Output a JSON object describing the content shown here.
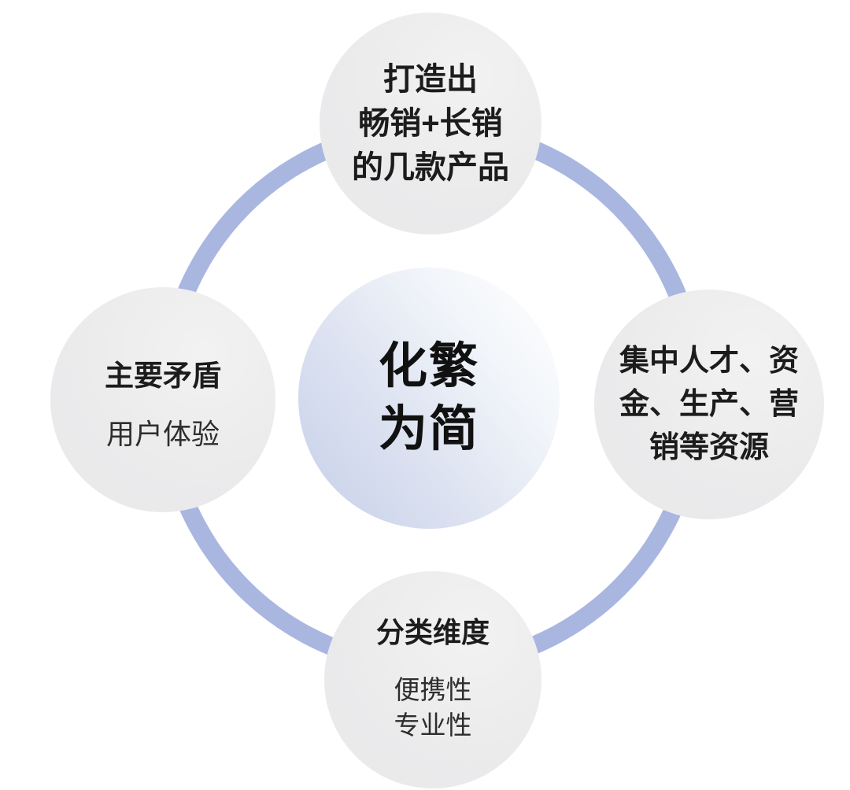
{
  "diagram": {
    "center": {
      "title": "化繁\n为简"
    },
    "nodes": {
      "top": {
        "text": "打造出\n畅销+长销\n的几款产品"
      },
      "right": {
        "text": "集中人才、资\n金、生产、营\n销等资源"
      },
      "left": {
        "title": "主要矛盾",
        "subtitle": "用户体验"
      },
      "bottom": {
        "title": "分类维度",
        "subtitle": "便携性\n专业性"
      }
    },
    "colors": {
      "ring": "#a9b6e0",
      "node_fill": "#ebebec",
      "center_gradient_start": "#c6cfe9",
      "center_gradient_end": "#ffffff",
      "text_bold": "#1c1c1c",
      "text_regular": "#2e2e2e",
      "background": "#ffffff"
    }
  }
}
